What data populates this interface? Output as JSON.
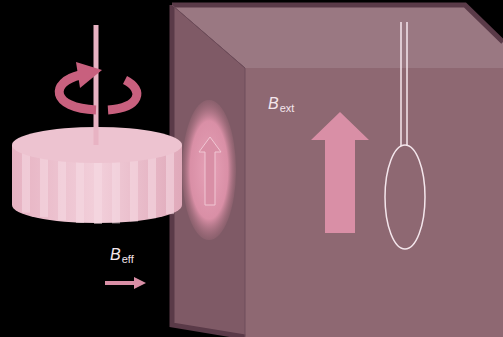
{
  "diagram": {
    "labels": [
      "B",
      "ext",
      "B",
      "eff"
    ]
  }
}
